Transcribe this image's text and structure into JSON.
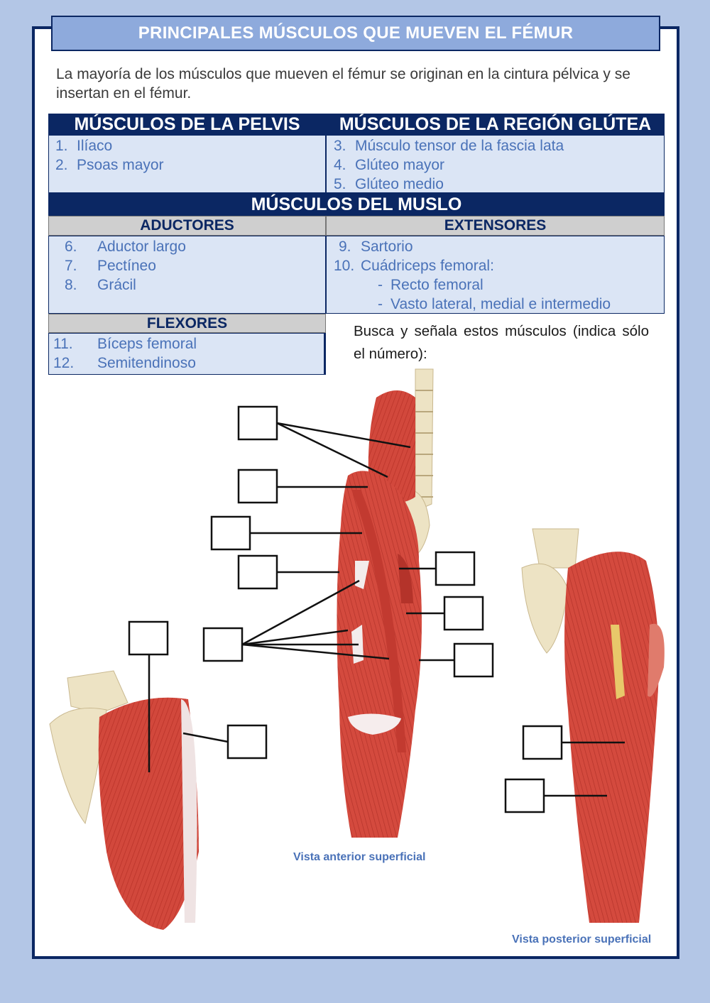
{
  "title": "PRINCIPALES MÚSCULOS QUE MUEVEN EL FÉMUR",
  "intro": "La mayoría de los músculos que mueven el fémur se originan en la cintura pélvica y se insertan en el fémur.",
  "sections": {
    "pelvis": {
      "header": "MÚSCULOS DE LA PELVIS",
      "items": [
        {
          "num": "1.",
          "name": "Ilíaco"
        },
        {
          "num": "2.",
          "name": "Psoas mayor"
        }
      ]
    },
    "gluteal": {
      "header": "MÚSCULOS DE LA REGIÓN GLÚTEA",
      "items": [
        {
          "num": "3.",
          "name": "Músculo tensor de la fascia lata"
        },
        {
          "num": "4.",
          "name": "Glúteo mayor"
        },
        {
          "num": "5.",
          "name": "Glúteo medio"
        }
      ]
    },
    "thigh": {
      "header": "MÚSCULOS DEL MUSLO",
      "adductors": {
        "header": "ADUCTORES",
        "items": [
          {
            "num": "6.",
            "name": "Aductor largo"
          },
          {
            "num": "7.",
            "name": "Pectíneo"
          },
          {
            "num": "8.",
            "name": "Grácil"
          }
        ]
      },
      "extensors": {
        "header": "EXTENSORES",
        "items": [
          {
            "num": "9.",
            "name": "Sartorio"
          },
          {
            "num": "10.",
            "name": "Cuádriceps femoral:"
          }
        ],
        "subitems": [
          {
            "bullet": "-",
            "name": "Recto femoral"
          },
          {
            "bullet": "-",
            "name": "Vasto lateral, medial e intermedio"
          }
        ]
      },
      "flexors": {
        "header": "FLEXORES",
        "items": [
          {
            "num": "11.",
            "name": "Bíceps femoral"
          },
          {
            "num": "12.",
            "name": "Semitendinoso"
          }
        ]
      }
    }
  },
  "instruction": "Busca y señala estos músculos (indica sólo el número):",
  "captions": {
    "anterior": "Vista anterior superficial",
    "posterior": "Vista posterior superficial"
  },
  "colors": {
    "navy": "#0b2763",
    "title_bg": "#8eaadc",
    "cell_bg": "#dbe5f5",
    "text_blue": "#4a72b8",
    "page_bg": "#b3c6e6",
    "muscle": "#d2483c",
    "bone": "#ede3c4"
  }
}
